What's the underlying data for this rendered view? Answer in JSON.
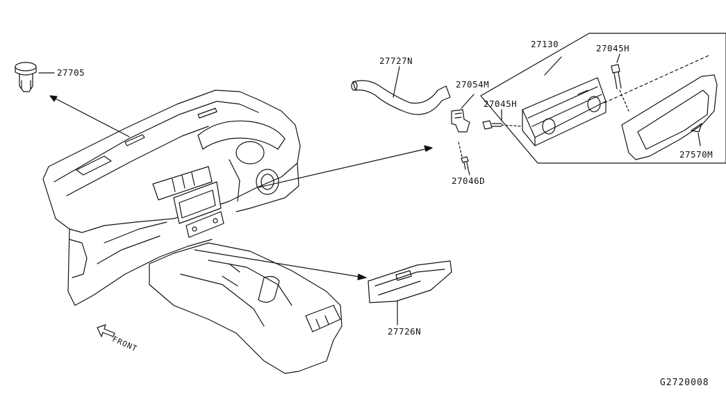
{
  "diagram": {
    "part_labels": {
      "p27705": "27705",
      "p27727N": "27727N",
      "p27054M": "27054M",
      "p27130": "27130",
      "p27045H_top": "27045H",
      "p27045H_left": "27045H",
      "p27046D": "27046D",
      "p27570M": "27570M",
      "p27726N": "27726N"
    },
    "front_label": "FRONT",
    "diagram_code": "G2720008"
  }
}
